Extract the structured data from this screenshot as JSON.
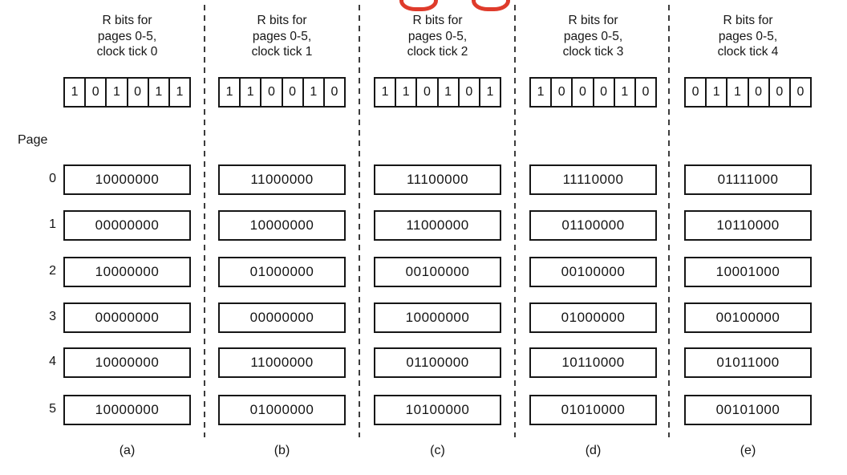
{
  "figure": {
    "page_axis_label": "Page",
    "page_numbers": [
      "0",
      "1",
      "2",
      "3",
      "4",
      "5"
    ]
  },
  "annotation": {
    "description": "cropped-red-marks-top-edge",
    "color": "#df3b2b"
  },
  "columns": [
    {
      "header_lines": [
        "R bits for",
        "pages 0-5,",
        "clock tick 0"
      ],
      "r_bits": [
        "1",
        "0",
        "1",
        "0",
        "1",
        "1"
      ],
      "counters": [
        "10000000",
        "00000000",
        "10000000",
        "00000000",
        "10000000",
        "10000000"
      ],
      "caption": "(a)"
    },
    {
      "header_lines": [
        "R bits for",
        "pages 0-5,",
        "clock tick 1"
      ],
      "r_bits": [
        "1",
        "1",
        "0",
        "0",
        "1",
        "0"
      ],
      "counters": [
        "11000000",
        "10000000",
        "01000000",
        "00000000",
        "11000000",
        "01000000"
      ],
      "caption": "(b)"
    },
    {
      "header_lines": [
        "R bits for",
        "pages 0-5,",
        "clock tick 2"
      ],
      "r_bits": [
        "1",
        "1",
        "0",
        "1",
        "0",
        "1"
      ],
      "counters": [
        "11100000",
        "11000000",
        "00100000",
        "10000000",
        "01100000",
        "10100000"
      ],
      "caption": "(c)"
    },
    {
      "header_lines": [
        "R bits for",
        "pages 0-5,",
        "clock tick 3"
      ],
      "r_bits": [
        "1",
        "0",
        "0",
        "0",
        "1",
        "0"
      ],
      "counters": [
        "11110000",
        "01100000",
        "00100000",
        "01000000",
        "10110000",
        "01010000"
      ],
      "caption": "(d)"
    },
    {
      "header_lines": [
        "R bits for",
        "pages 0-5,",
        "clock tick 4"
      ],
      "r_bits": [
        "0",
        "1",
        "1",
        "0",
        "0",
        "0"
      ],
      "counters": [
        "01111000",
        "10110000",
        "10001000",
        "00100000",
        "01011000",
        "00101000"
      ],
      "caption": "(e)"
    }
  ]
}
